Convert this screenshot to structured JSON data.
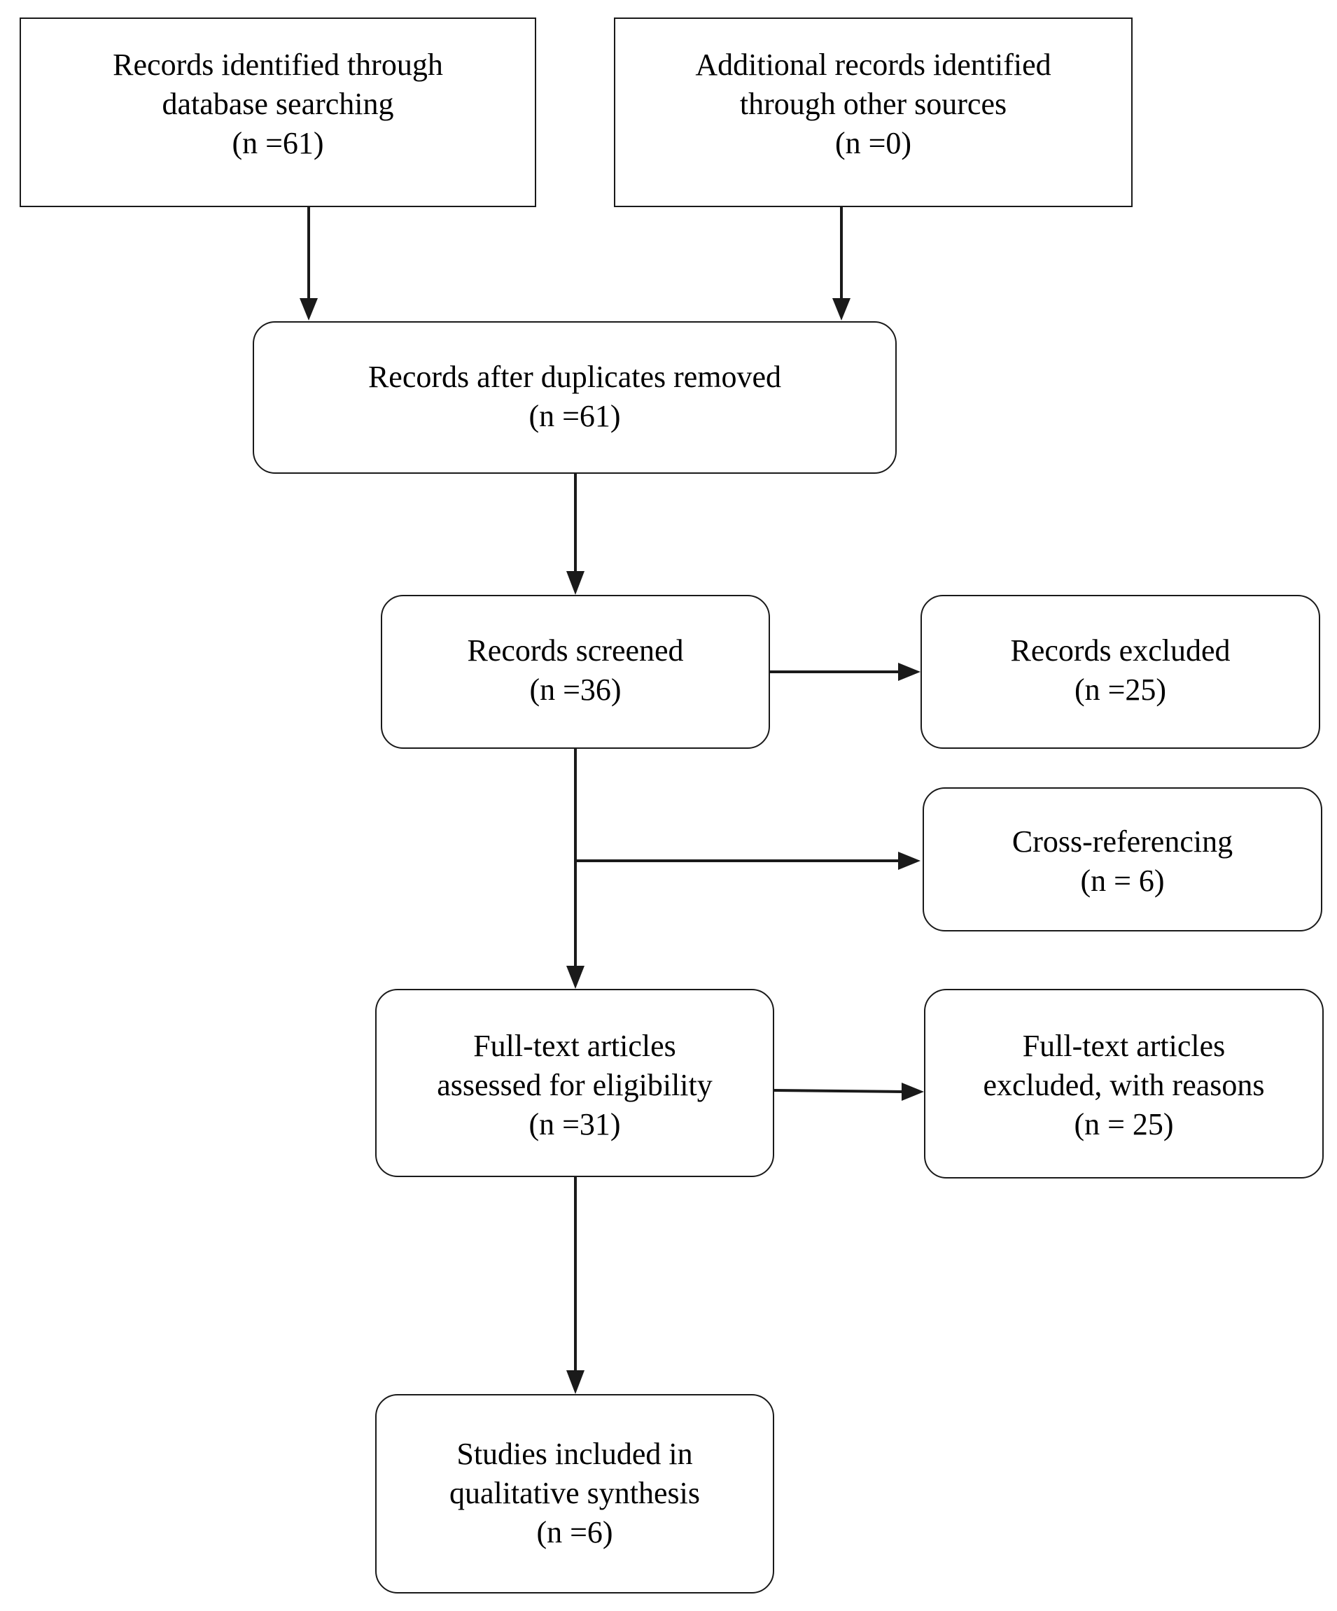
{
  "diagram": {
    "colors": {
      "stroke": "#1a1a1a",
      "background": "#ffffff",
      "text": "#000000"
    },
    "boxes": {
      "db_search": {
        "line1": "Records identified through",
        "line2": "database searching",
        "line3": "(n =61)"
      },
      "other_sources": {
        "line1": "Additional records identified",
        "line2": "through other sources",
        "line3": "(n =0)"
      },
      "dedup": {
        "line1": "Records after duplicates removed",
        "line2": "(n =61)"
      },
      "screened": {
        "line1": "Records screened",
        "line2": "(n =36)"
      },
      "excluded": {
        "line1": "Records excluded",
        "line2": "(n =25)"
      },
      "cross_ref": {
        "line1": "Cross-referencing",
        "line2": "(n = 6)"
      },
      "fulltext": {
        "line1": "Full-text articles",
        "line2": "assessed for eligibility",
        "line3": "(n =31)"
      },
      "fulltext_excluded": {
        "line1": "Full-text articles",
        "line2": "excluded, with reasons",
        "line3": "(n = 25)"
      },
      "included": {
        "line1": "Studies included in",
        "line2": "qualitative synthesis",
        "line3": "(n =6)"
      }
    }
  }
}
